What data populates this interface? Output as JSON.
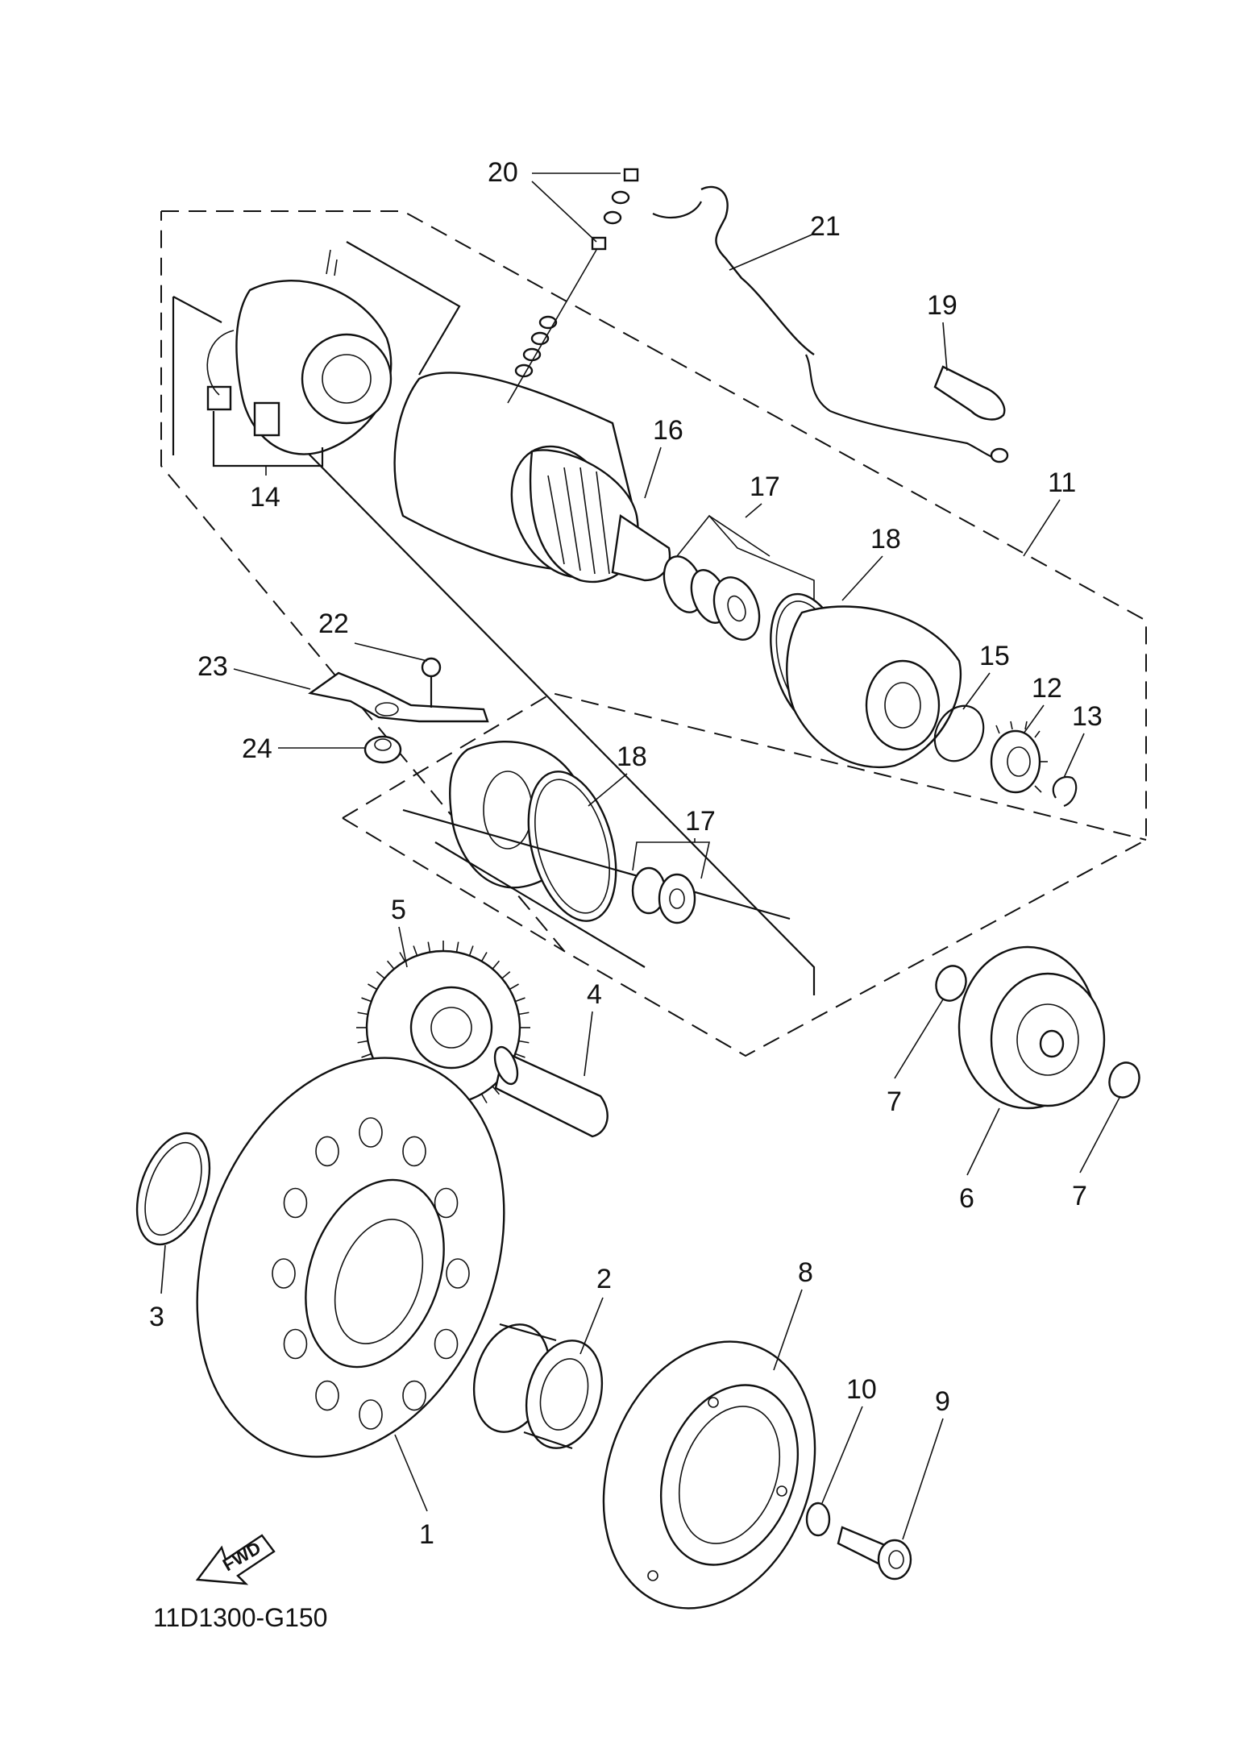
{
  "diagram": {
    "drawing_code": "11D1300-G150",
    "direction_marker": "FWD",
    "callouts": [
      {
        "id": "c1",
        "text": "1"
      },
      {
        "id": "c2",
        "text": "2"
      },
      {
        "id": "c3",
        "text": "3"
      },
      {
        "id": "c4",
        "text": "4"
      },
      {
        "id": "c5",
        "text": "5"
      },
      {
        "id": "c6",
        "text": "6"
      },
      {
        "id": "c7a",
        "text": "7"
      },
      {
        "id": "c7b",
        "text": "7"
      },
      {
        "id": "c8",
        "text": "8"
      },
      {
        "id": "c9",
        "text": "9"
      },
      {
        "id": "c10",
        "text": "10"
      },
      {
        "id": "c11",
        "text": "11"
      },
      {
        "id": "c12",
        "text": "12"
      },
      {
        "id": "c13",
        "text": "13"
      },
      {
        "id": "c14",
        "text": "14"
      },
      {
        "id": "c15",
        "text": "15"
      },
      {
        "id": "c16",
        "text": "16"
      },
      {
        "id": "c17a",
        "text": "17"
      },
      {
        "id": "c17b",
        "text": "17"
      },
      {
        "id": "c18a",
        "text": "18"
      },
      {
        "id": "c18b",
        "text": "18"
      },
      {
        "id": "c19",
        "text": "19"
      },
      {
        "id": "c20",
        "text": "20"
      },
      {
        "id": "c21",
        "text": "21"
      },
      {
        "id": "c22",
        "text": "22"
      },
      {
        "id": "c23",
        "text": "23"
      },
      {
        "id": "c24",
        "text": "24"
      }
    ]
  }
}
